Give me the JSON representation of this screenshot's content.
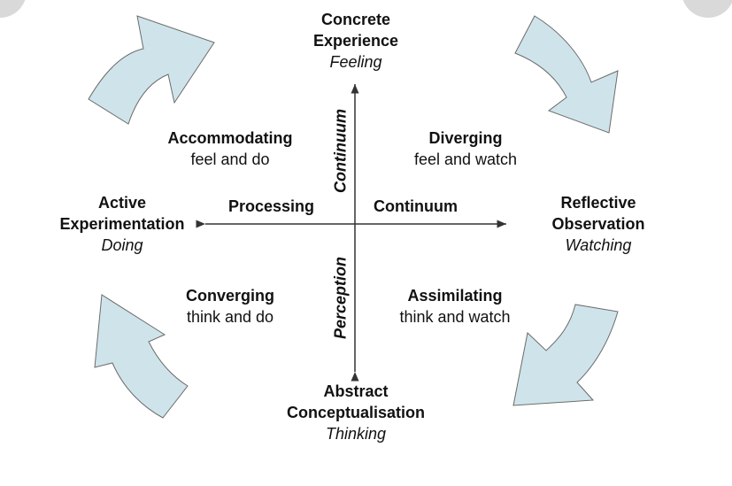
{
  "poles": {
    "top": {
      "title_line1": "Concrete",
      "title_line2": "Experience",
      "sub": "Feeling"
    },
    "bottom": {
      "title_line1": "Abstract",
      "title_line2": "Conceptualisation",
      "sub": "Thinking"
    },
    "left": {
      "title_line1": "Active",
      "title_line2": "Experimentation",
      "sub": "Doing"
    },
    "right": {
      "title_line1": "Reflective",
      "title_line2": "Observation",
      "sub": "Watching"
    }
  },
  "quadrants": {
    "top_left": {
      "title": "Accommodating",
      "sub": "feel and do"
    },
    "top_right": {
      "title": "Diverging",
      "sub": "feel and watch"
    },
    "bottom_left": {
      "title": "Converging",
      "sub": "think and do"
    },
    "bottom_right": {
      "title": "Assimilating",
      "sub": "think and watch"
    }
  },
  "axes": {
    "horizontal_left": "Processing",
    "horizontal_right": "Continuum",
    "vertical_top": "Continuum",
    "vertical_bottom": "Perception"
  },
  "colors": {
    "arrow_fill": "#cfe4ea",
    "arrow_stroke": "#6b6b6b",
    "axis_line": "#333333"
  }
}
